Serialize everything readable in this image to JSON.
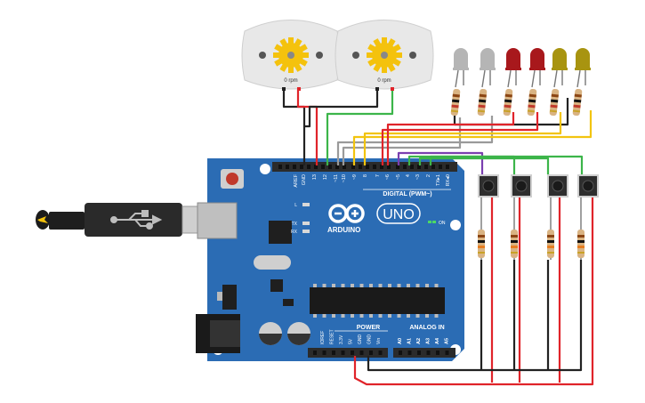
{
  "colors": {
    "board": "#2b6cb4",
    "board_dark": "#1f5a9c",
    "header": "#2b2b2b",
    "wire_red": "#e0242a",
    "wire_black": "#222222",
    "wire_green": "#3cb54a",
    "wire_yellow": "#f2c40f",
    "wire_gray": "#9a9a9a",
    "wire_purple": "#7a3fb0",
    "motor_body": "#e8e8e8",
    "gear": "#f4c20d",
    "led_white": "#b5b5b5",
    "led_red": "#a8181c",
    "led_yellow": "#a89410",
    "button_body": "#2e2e2e"
  },
  "motors": [
    {
      "rpm_label": "0 rpm"
    },
    {
      "rpm_label": "0 rpm"
    }
  ],
  "leds": [
    {
      "color": "white"
    },
    {
      "color": "white"
    },
    {
      "color": "red"
    },
    {
      "color": "red"
    },
    {
      "color": "yellow"
    },
    {
      "color": "yellow"
    }
  ],
  "board": {
    "brand": "ARDUINO",
    "model": "UNO",
    "on_label": "ON",
    "tx_label": "TX",
    "rx_label": "RX",
    "l_label": "L",
    "digital_label": "DIGITAL (PWM~)",
    "power_label": "POWER",
    "analog_label": "ANALOG IN",
    "top_pins": [
      "AREF",
      "GND",
      "13",
      "12",
      "~11",
      "~10",
      "~9",
      "8",
      "7",
      "~6",
      "~5",
      "4",
      "~3",
      "2",
      "TX▸1",
      "RX◂0"
    ],
    "power_pins": [
      "IOREF",
      "RESET",
      "3.3V",
      "5V",
      "GND",
      "GND",
      "Vin"
    ],
    "analog_pins": [
      "A0",
      "A1",
      "A2",
      "A3",
      "A4",
      "A5"
    ]
  },
  "usb": {
    "icon": "usb-icon",
    "bolt_icon": "lightning-icon"
  }
}
